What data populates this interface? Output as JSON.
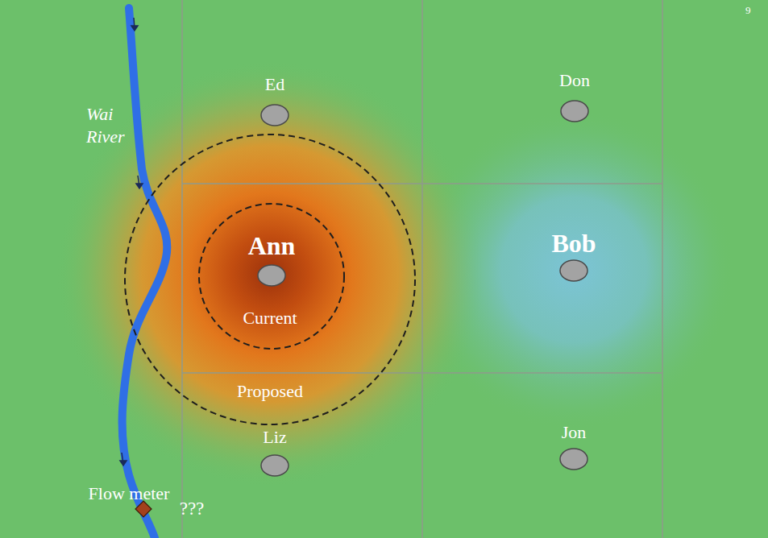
{
  "diagram": {
    "nodes": [
      {
        "text": [
          "Ed"
        ]
      },
      {
        "text": [
          "Don"
        ]
      },
      {
        "text": [
          "Proposed"
        ]
      },
      {
        "text": [
          "Current"
        ],
        "in": 2
      },
      {
        "text": [
          "Ann"
        ],
        "in": 3
      },
      {
        "text": [
          "Bob"
        ]
      },
      {
        "text": [
          "Liz"
        ]
      },
      {
        "text": [
          "Jon"
        ]
      },
      {
        "text": [
          "Flow meter",
          "???"
        ]
      }
    ],
    "labels": [
      "9",
      "Wai River"
    ]
  }
}
